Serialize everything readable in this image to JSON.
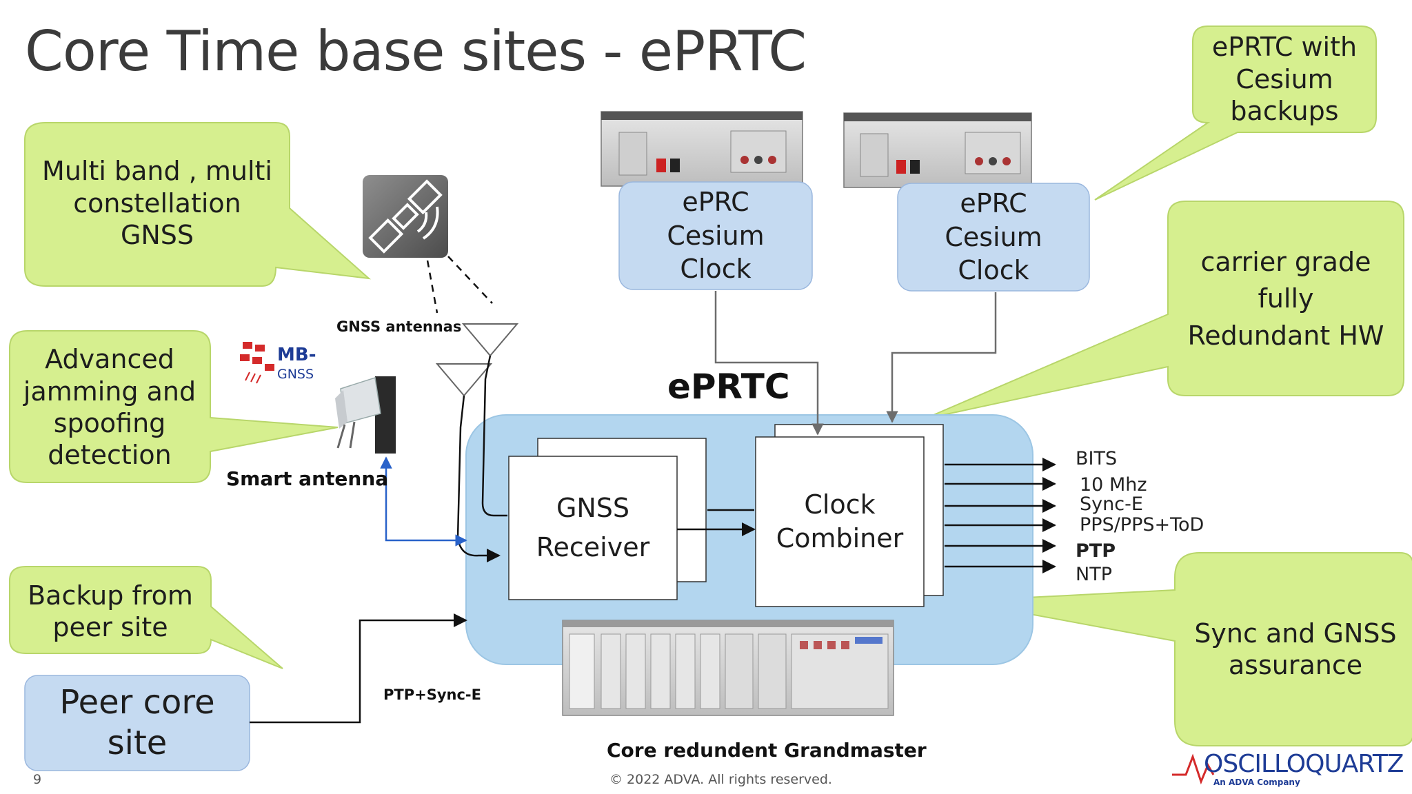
{
  "title": "Core Time base sites - ePRTC",
  "callouts": {
    "gnss": "Multi band , multi\nconstellation\nGNSS",
    "jamming": "Advanced\njamming and\nspoofing\ndetection",
    "backup": "Backup from\npeer site",
    "cesium": "ePRTC with\nCesium\nbackups",
    "carrier": "carrier grade\nfully\nRedundant HW",
    "assurance": "Sync and GNSS\nassurance"
  },
  "clocks": {
    "left": "ePRC\nCesium\nClock",
    "right": "ePRC\nCesium\nClock"
  },
  "peer_site": "Peer core\nsite",
  "eprtc_label": "ePRTC",
  "gnss_receiver": "GNSS\nReceiver",
  "clock_combiner": "Clock\nCombiner",
  "labels": {
    "gnss_antennas": "GNSS antennas",
    "mb_gnss_top": "MB-",
    "mb_gnss_bottom": "GNSS",
    "smart_antenna": "Smart antenna",
    "ptp_synce": "PTP+Sync-E",
    "grandmaster": "Core redundent Grandmaster"
  },
  "outputs": [
    "BITS",
    "10 Mhz",
    "Sync-E",
    "PPS/PPS+ToD",
    "PTP",
    "NTP"
  ],
  "outputs_bold": [
    false,
    false,
    false,
    false,
    true,
    false
  ],
  "footer": {
    "page_number": "9",
    "copyright": "© 2022 ADVA. All rights reserved.",
    "logo": "OSCILLOQUARTZ",
    "logo_sub": "An ADVA Company"
  },
  "colors": {
    "callout_green": "#d6ef8f",
    "callout_border": "#b8d66a",
    "box_blue": "#c5daf1",
    "eprtc_blue": "#b3d6ef",
    "link_blue": "#2962c9",
    "logo_blue": "#1e3c96",
    "logo_red": "#d42a2a"
  }
}
